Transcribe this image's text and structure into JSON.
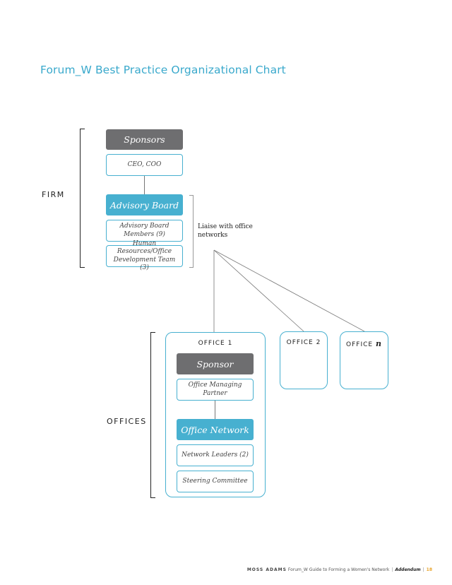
{
  "title": "Forum_W Best Practice Organizational Chart",
  "sections": {
    "firm": "FIRM",
    "offices": "OFFICES"
  },
  "firm": {
    "sponsors": "Sponsors",
    "ceo_coo": "CEO, COO",
    "advisory_board": "Advisory Board",
    "advisory_members": "Advisory Board Members (9)",
    "hr_team": "Human Resources/Office Development Team (3)"
  },
  "liaise_text": "Liaise with office networks",
  "offices": {
    "office1": {
      "label": "OFFICE 1",
      "sponsor": "Sponsor",
      "managing_partner": "Office Managing Partner",
      "network": "Office Network",
      "network_leaders": "Network Leaders (2)",
      "steering_committee": "Steering Committee"
    },
    "office2": {
      "label": "OFFICE 2"
    },
    "officen": {
      "label_prefix": "OFFICE ",
      "label_suffix": "n"
    }
  },
  "footer": {
    "brand": "MOSS ADAMS",
    "guide": "Forum_W Guide to Forming a Women's Network",
    "section": "Addendum",
    "page": "18"
  },
  "colors": {
    "accent": "#47b0d0",
    "title": "#3aa9cc",
    "dark_box": "#6e6e70",
    "page_number": "#e8a32a"
  }
}
